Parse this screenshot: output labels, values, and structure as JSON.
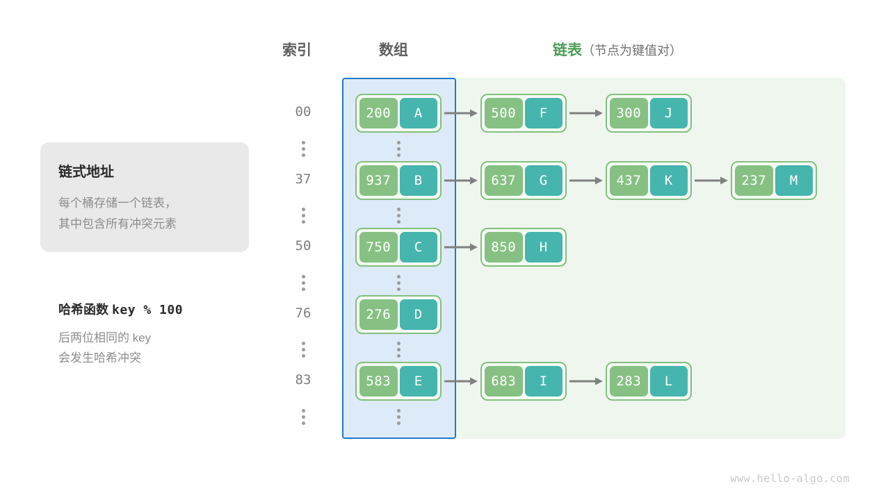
{
  "headers": {
    "index": "索引",
    "array": "数组",
    "list_accent": "链表",
    "list_sub": "（节点为键值对）"
  },
  "info_card": {
    "title": "链式地址",
    "line1": "每个桶存储一个链表，",
    "line2": "其中包含所有冲突元素"
  },
  "formula": {
    "label": "哈希函数",
    "expression": "key % 100",
    "note1": "后两位相同的 key",
    "note2": "会发生哈希冲突"
  },
  "colors": {
    "array_fill": "#dcebf7",
    "array_border": "#2278c8",
    "list_fill": "#eef6ee",
    "node_border": "#84bf7f",
    "key_fill": "#86c183",
    "value_fill": "#46b5ae",
    "arrow": "#808080",
    "accent_green": "#4c9e56",
    "text_gray": "#8c8c8c"
  },
  "buckets": [
    {
      "index": "00",
      "nodes": [
        {
          "key": "200",
          "value": "A"
        },
        {
          "key": "500",
          "value": "F"
        },
        {
          "key": "300",
          "value": "J"
        }
      ]
    },
    {
      "index": "37",
      "nodes": [
        {
          "key": "937",
          "value": "B"
        },
        {
          "key": "637",
          "value": "G"
        },
        {
          "key": "437",
          "value": "K"
        },
        {
          "key": "237",
          "value": "M"
        }
      ]
    },
    {
      "index": "50",
      "nodes": [
        {
          "key": "750",
          "value": "C"
        },
        {
          "key": "850",
          "value": "H"
        }
      ]
    },
    {
      "index": "76",
      "nodes": [
        {
          "key": "276",
          "value": "D"
        }
      ]
    },
    {
      "index": "83",
      "nodes": [
        {
          "key": "583",
          "value": "E"
        },
        {
          "key": "683",
          "value": "I"
        },
        {
          "key": "283",
          "value": "L"
        }
      ]
    }
  ],
  "footer": "www.hello-algo.com"
}
